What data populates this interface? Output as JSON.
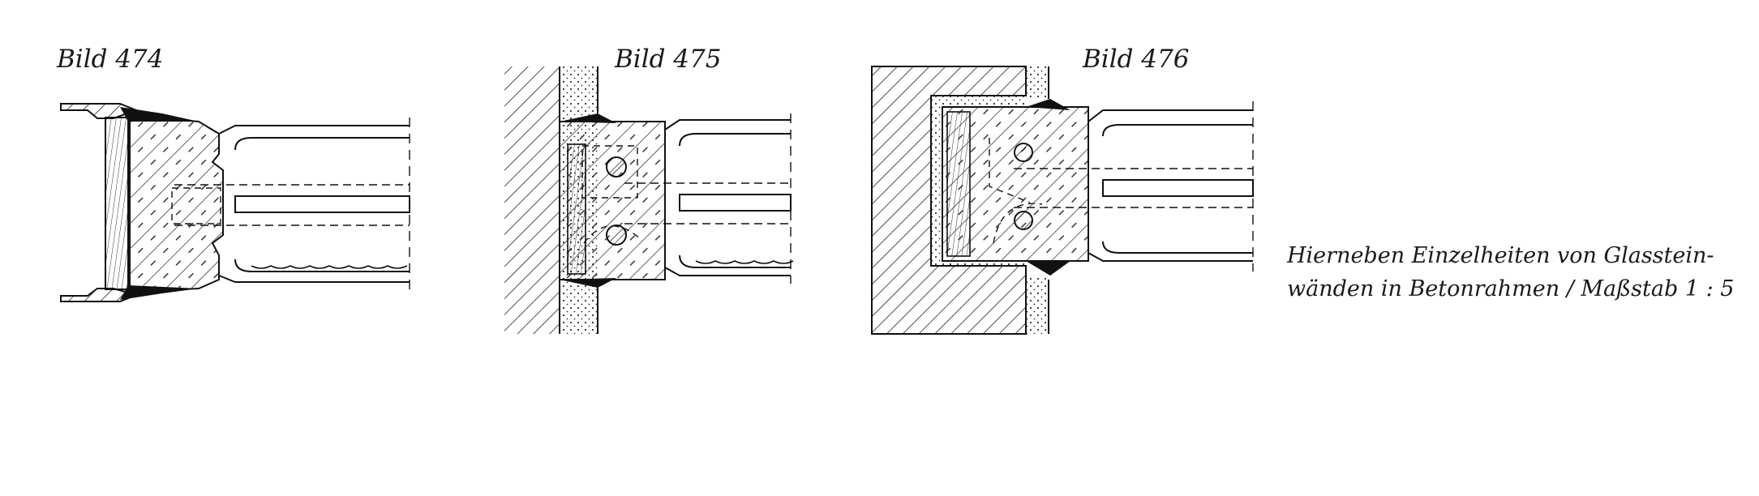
{
  "figures": [
    {
      "label": "Bild 474"
    },
    {
      "label": "Bild 475"
    },
    {
      "label": "Bild 476"
    }
  ],
  "caption": {
    "line1": "Hierneben Einzelheiten von Glasstein-",
    "line2": "wänden in Betonrahmen / Maßstab 1 : 5"
  }
}
